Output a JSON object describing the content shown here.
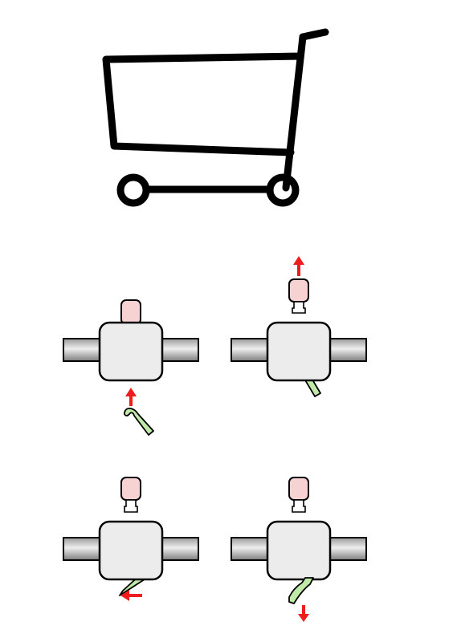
{
  "colors": {
    "background": "#ffffff",
    "cart_stroke": "#000000",
    "box_fill": "#ececec",
    "box_stroke": "#000000",
    "pipe_dark": "#8c8c8c",
    "pipe_light": "#e6e6e6",
    "key_fill": "#f6d2d2",
    "key_stroke": "#000000",
    "hook_fill": "#bfeaa8",
    "arrow": "#ee1c1c"
  },
  "icons": {
    "cart": "shopping-cart-icon",
    "coin_lock": "coin-lock-mechanism-icon",
    "key": "coin-token-icon",
    "hook": "lock-hook-icon",
    "arrow": "motion-arrow-icon"
  },
  "panels": [
    {
      "id": "step-1",
      "key_state": "inserted",
      "hook_state": "rising",
      "arrow": "up-below"
    },
    {
      "id": "step-2",
      "key_state": "ejected",
      "hook_state": "engaged",
      "arrow": "up-above"
    },
    {
      "id": "step-3",
      "key_state": "attached",
      "hook_state": "releasing",
      "arrow": "left"
    },
    {
      "id": "step-4",
      "key_state": "attached",
      "hook_state": "released",
      "arrow": "down"
    }
  ]
}
